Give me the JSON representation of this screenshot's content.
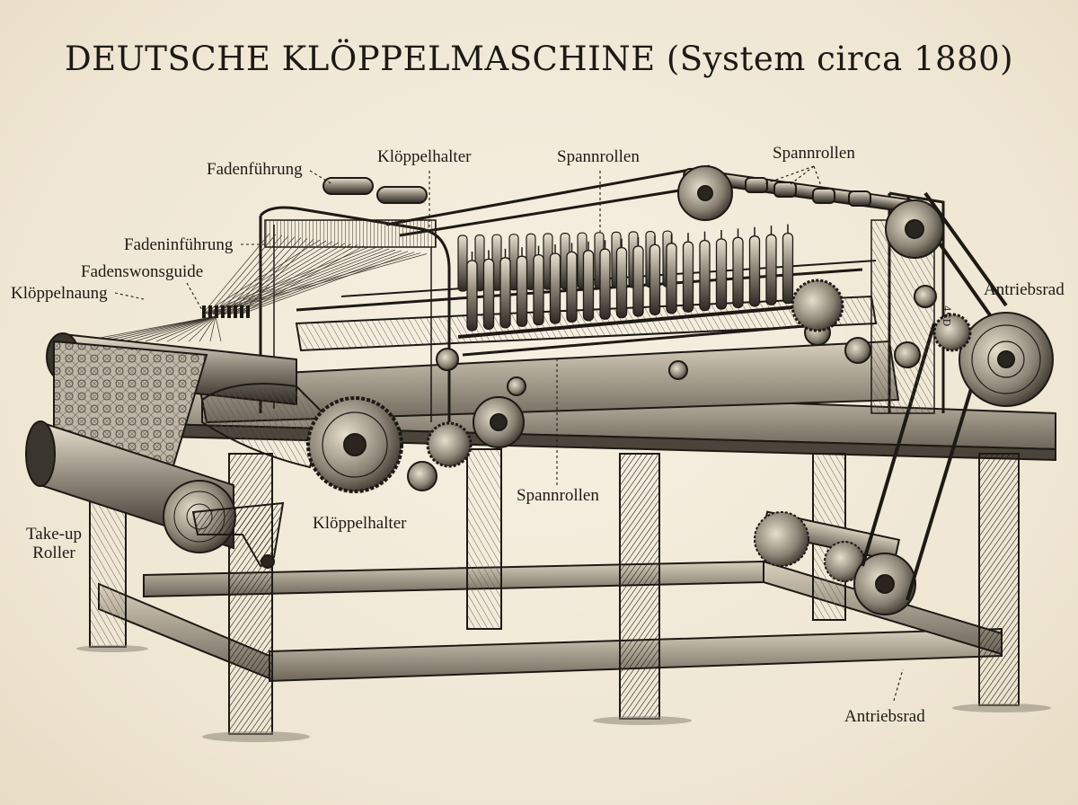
{
  "title": "DEUTSCHE KLÖPPELMASCHINE (System circa 1880)",
  "colors": {
    "paper": "#f1e9d8",
    "ink": "#1d1a15",
    "mid": "#5c554a",
    "fabric": "#8f877a"
  },
  "labels": {
    "fadenfuehrung": "Fadenführung",
    "kloeppelhalter_top": "Klöppelhalter",
    "spannrollen_top": "Spannrollen",
    "spannrollen_right": "Spannrollen",
    "fadeneinfuehrung": "Fadeninführung",
    "fadenswonsguide": "Fadenswonsguide",
    "kloeppelnaung": "Klöppelnaung",
    "antriebsrad_right": "Antriebsrad",
    "spannrollen_bottom": "Spannrollen",
    "kloeppelhalter_bottom": "Klöppelhalter",
    "takeup_line1": "Take-up",
    "takeup_line2": "Roller",
    "antriebsrad_bottom": "Antriebsrad"
  },
  "engraved_mark": "4SD"
}
